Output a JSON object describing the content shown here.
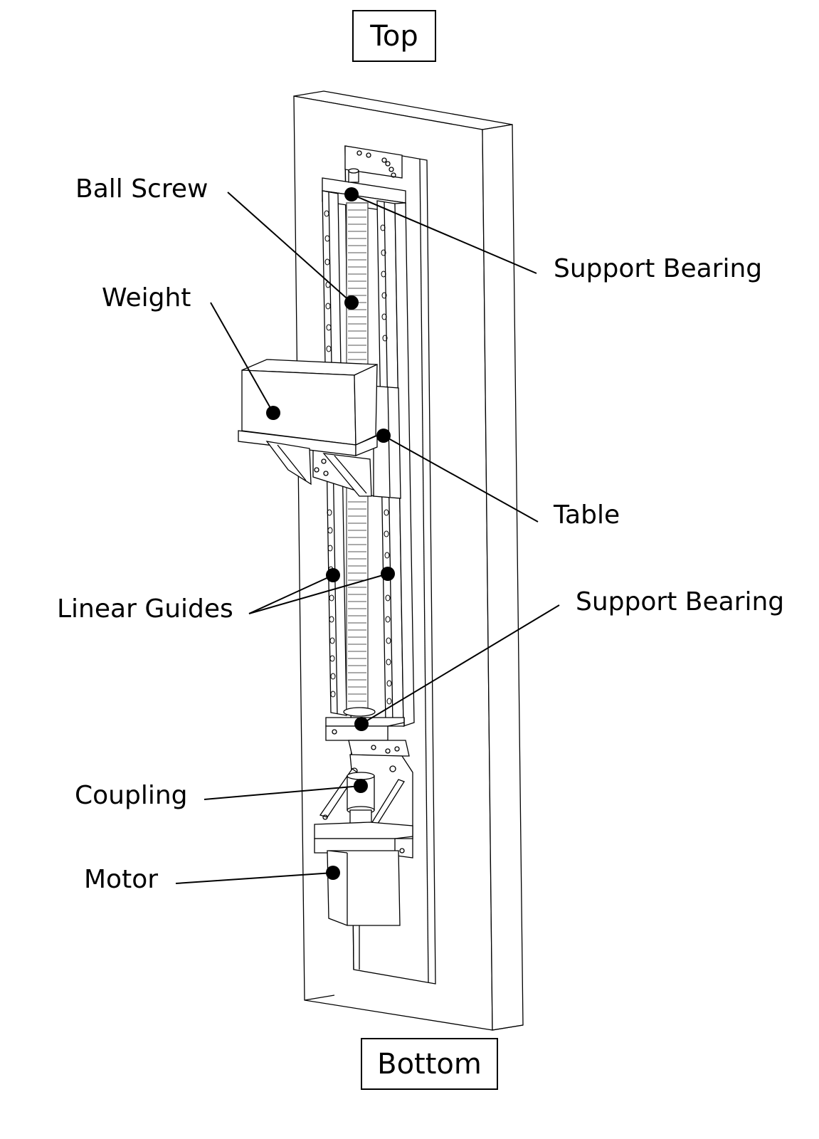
{
  "orientation": {
    "top": "Top",
    "bottom": "Bottom"
  },
  "callouts": {
    "ball_screw": "Ball Screw",
    "weight": "Weight",
    "linear_guides": "Linear Guides",
    "coupling": "Coupling",
    "motor": "Motor",
    "support_bearing_top": "Support Bearing",
    "table": "Table",
    "support_bearing_bottom": "Support Bearing"
  },
  "colors": {
    "line": "#000000",
    "background": "#ffffff"
  }
}
